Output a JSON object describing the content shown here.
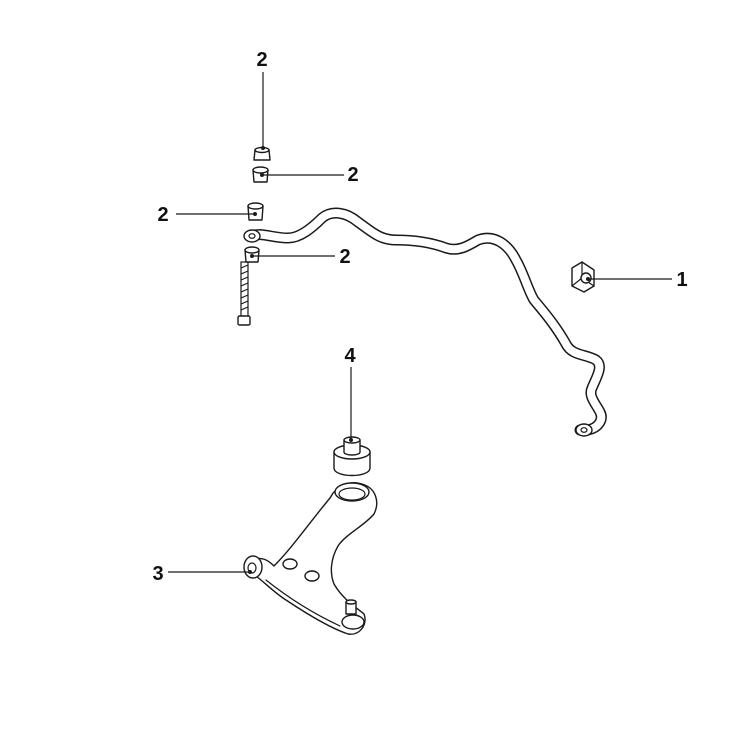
{
  "callouts": [
    {
      "id": "bushing-top-upper",
      "label": "2"
    },
    {
      "id": "bushing-top-lower",
      "label": "2"
    },
    {
      "id": "bushing-mid-upper",
      "label": "2"
    },
    {
      "id": "bushing-mid-lower",
      "label": "2"
    },
    {
      "id": "stabilizer-bushing",
      "label": "1"
    },
    {
      "id": "control-arm-bushing",
      "label": "4"
    },
    {
      "id": "control-arm",
      "label": "3"
    }
  ]
}
